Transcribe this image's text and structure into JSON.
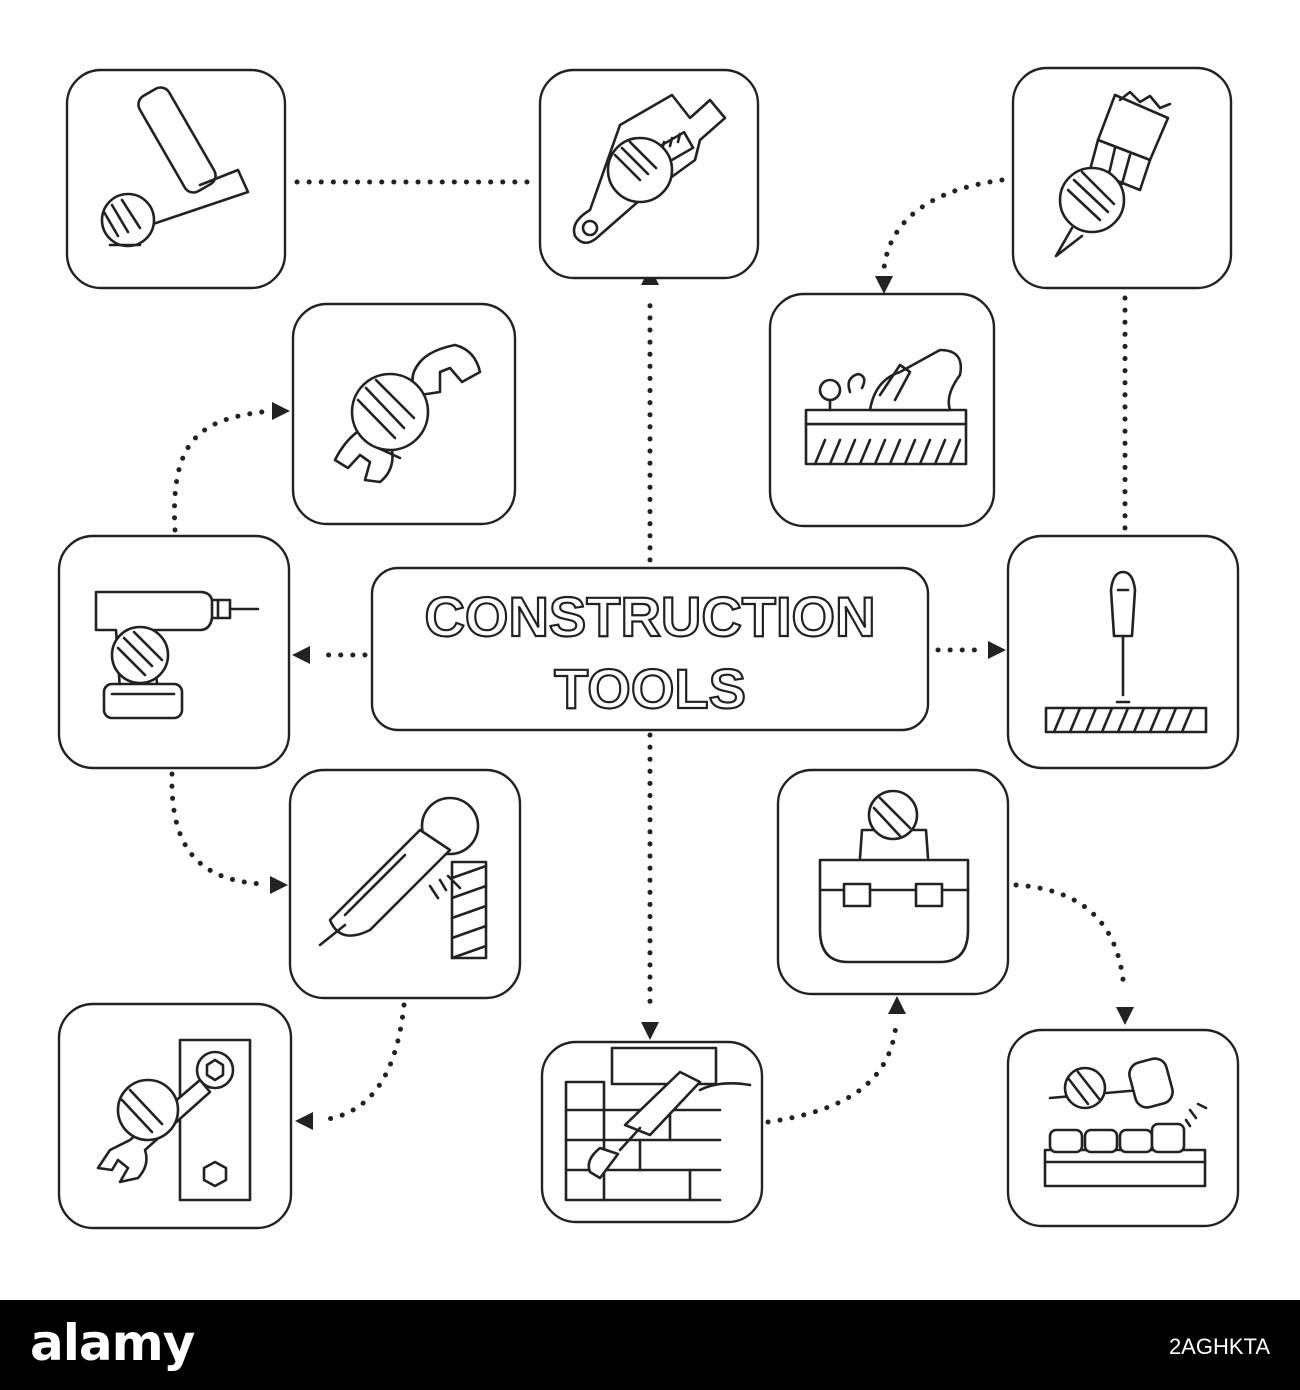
{
  "title": {
    "line1": "CONSTRUCTION",
    "line2": "TOOLS"
  },
  "nodes": [
    {
      "id": "paint-roller",
      "icon": "paint-roller-in-hand-icon"
    },
    {
      "id": "adjustable-wrench",
      "icon": "adjustable-wrench-in-hand-icon"
    },
    {
      "id": "paint-brush",
      "icon": "paint-brush-in-hand-icon"
    },
    {
      "id": "spanner",
      "icon": "spanner-in-hand-icon"
    },
    {
      "id": "jack-plane",
      "icon": "jack-plane-icon"
    },
    {
      "id": "cordless-drill",
      "icon": "cordless-drill-in-hand-icon"
    },
    {
      "id": "screwdriver",
      "icon": "screwdriver-icon"
    },
    {
      "id": "circular-saw",
      "icon": "circular-saw-icon"
    },
    {
      "id": "toolbox",
      "icon": "toolbox-in-hand-icon"
    },
    {
      "id": "wrench-bolt",
      "icon": "wrench-tightening-bolt-icon"
    },
    {
      "id": "bricklaying",
      "icon": "trowel-brick-wall-icon"
    },
    {
      "id": "tile-mallet",
      "icon": "rubber-mallet-tiles-icon"
    }
  ],
  "footer": {
    "logo": "alamy",
    "image_code": "2AGHKTA"
  },
  "colors": {
    "stroke": "#222222",
    "background": "#ffffff",
    "footer": "#000000"
  }
}
